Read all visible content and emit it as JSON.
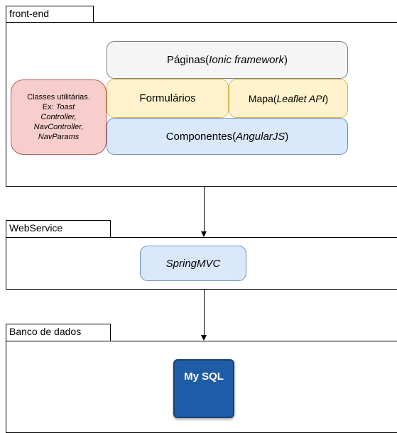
{
  "frontend": {
    "title": "front-end",
    "paginas_label": "Páginas(",
    "paginas_italic": "Ionic framework",
    "paginas_close": ")",
    "formularios_label": "Formulários",
    "mapa_label": "Mapa(",
    "mapa_italic": "Leaflet API",
    "mapa_close": ")",
    "componentes_label": "Componentes(",
    "componentes_italic": "AngularJS",
    "componentes_close": ")",
    "util_line1": "Classes utilitárias.",
    "util_ex": "Ex: ",
    "util_toast": "Toast",
    "util_controller": "Controller,",
    "util_nav": "NavController,",
    "util_navparams": "NavParams"
  },
  "webservice": {
    "title": "WebService",
    "spring_label": "SpringMVC"
  },
  "database": {
    "title": "Banco de dados",
    "mysql_label": "My SQL"
  },
  "colors": {
    "pages_fill": "#f5f5f5",
    "yellow_fill": "#fff2cc",
    "blue_fill": "#dae8fc",
    "red_fill": "#f8cecc",
    "mysql_fill": "#1f5ca8"
  }
}
